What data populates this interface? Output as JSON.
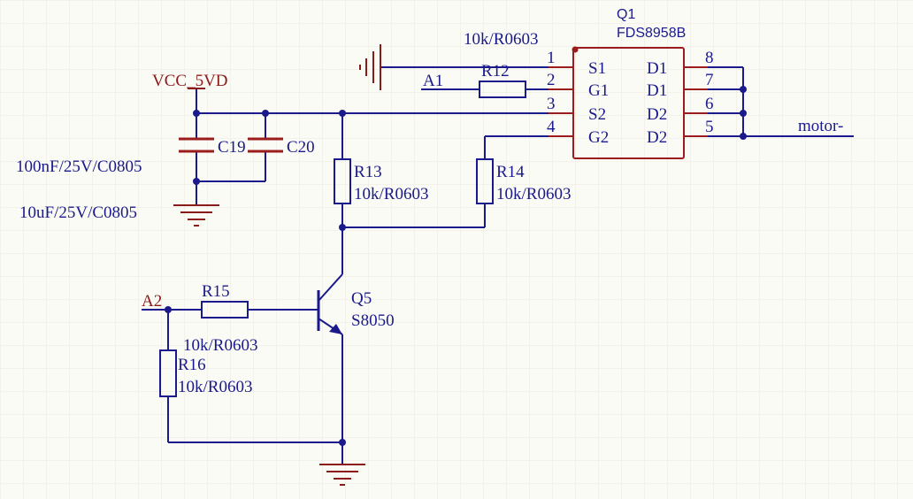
{
  "colors": {
    "background": "#fbfbf5",
    "grid": "#e9e9e0",
    "wire": "#1a1a8c",
    "component": "#9b1c1c",
    "text": "#1a1a8c",
    "power_label": "#8b1a1a"
  },
  "power": {
    "vcc_label": "VCC_5VD"
  },
  "nets": {
    "a1": "A1",
    "a2": "A2",
    "motor": "motor-"
  },
  "q1": {
    "designator": "Q1",
    "part": "FDS8958B",
    "pins_left": [
      {
        "num": "1",
        "name": "S1"
      },
      {
        "num": "2",
        "name": "G1"
      },
      {
        "num": "3",
        "name": "S2"
      },
      {
        "num": "4",
        "name": "G2"
      }
    ],
    "pins_right": [
      {
        "num": "8",
        "name": "D1"
      },
      {
        "num": "7",
        "name": "D1"
      },
      {
        "num": "6",
        "name": "D2"
      },
      {
        "num": "5",
        "name": "D2"
      }
    ]
  },
  "r12": {
    "designator": "R12",
    "value": "10k/R0603"
  },
  "r13": {
    "designator": "R13",
    "value": "10k/R0603"
  },
  "r14": {
    "designator": "R14",
    "value": "10k/R0603"
  },
  "r15": {
    "designator": "R15",
    "value": "10k/R0603"
  },
  "r16": {
    "designator": "R16",
    "value": "10k/R0603"
  },
  "c19": {
    "designator": "C19",
    "value": "100nF/25V/C0805"
  },
  "c20": {
    "designator": "C20",
    "value": "10uF/25V/C0805"
  },
  "q5": {
    "designator": "Q5",
    "part": "S8050"
  }
}
